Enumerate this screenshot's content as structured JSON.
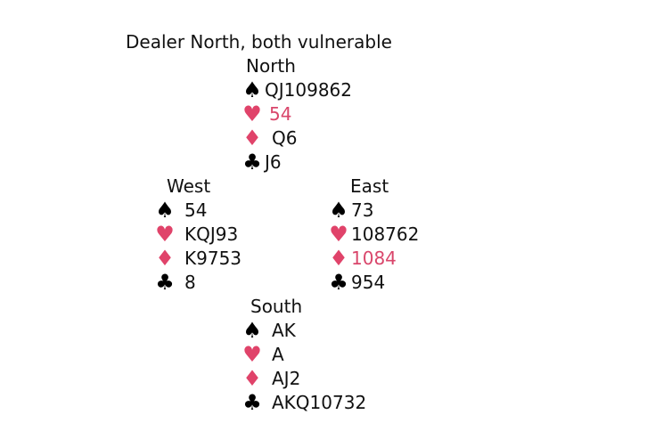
{
  "title": "Dealer North, both vulnerable",
  "colors": {
    "black_suit": "#000000",
    "red_suit": "#e0436a",
    "highlight_text": "#d9466b"
  },
  "hands": {
    "north": {
      "label": "North",
      "spades": "QJ109862",
      "hearts": "54",
      "diamonds": "Q6",
      "clubs": "J6"
    },
    "west": {
      "label": "West",
      "spades": "54",
      "hearts": "KQJ93",
      "diamonds": "K9753",
      "clubs": "8"
    },
    "east": {
      "label": "East",
      "spades": "73",
      "hearts": "108762",
      "diamonds": "1084",
      "clubs": "954"
    },
    "south": {
      "label": "South",
      "spades": "AK",
      "hearts": "A",
      "diamonds": "AJ2",
      "clubs": "AKQ10732"
    }
  },
  "suits": {
    "spade": "♠",
    "heart": "♥",
    "diamond": "♦",
    "club": "♣"
  }
}
